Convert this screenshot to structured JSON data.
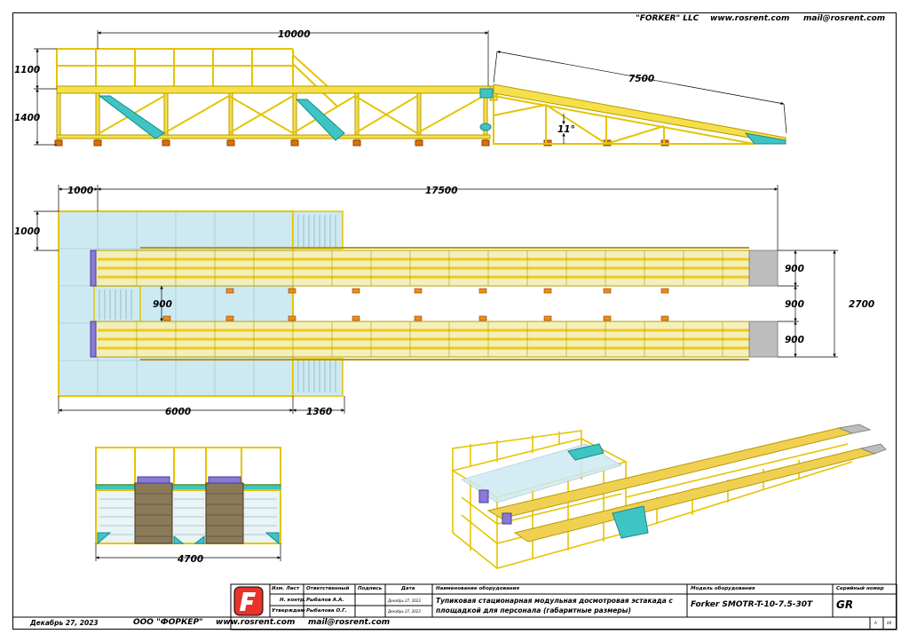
{
  "header": {
    "company": "\"FORKER\" LLC",
    "site": "www.rosrent.com",
    "email": "mail@rosrent.com"
  },
  "dimensions": {
    "side": {
      "total_length": "10000",
      "ramp_length": "7500",
      "railing_height": "1100",
      "deck_height": "1400",
      "ramp_angle": "11°"
    },
    "plan": {
      "left_offset": "1000",
      "overall_length": "17500",
      "top_offset": "1000",
      "track_width_1": "900",
      "track_gap": "900",
      "track_width_2": "900",
      "overall_width": "2700",
      "inner_gap": "900",
      "platform_length": "6000",
      "stair_length": "1360"
    },
    "front": {
      "overall_width": "4700"
    }
  },
  "title_block": {
    "col_izm": "Изм. Лист",
    "col_resp": "Ответственный",
    "col_sign": "Подпись",
    "col_date": "Дата",
    "col_name": "Наименование оборудования",
    "col_model": "Модель оборудования",
    "col_serial": "Серийный номер",
    "row1_role": "Н. контр.",
    "row1_person": "Рыбалов А.А.",
    "row1_date": "Декабрь 27, 2023",
    "row2_role": "Утверждаю",
    "row2_person": "Рыбалова О.Г.",
    "row2_date": "Декабрь 27, 2023",
    "equipment_name_1": "Тупиковая стационарная модульная досмотровая эстакада с",
    "equipment_name_2": "площадкой для персонала (габаритные размеры)",
    "model": "Forker SMOTR-T-10-7.5-30T",
    "serial": "GR",
    "format": "A",
    "sheet": "04"
  },
  "footer": {
    "date": "Декабрь 27, 2023",
    "company": "ООО \"ФОРКЕР\"",
    "site": "www.rosrent.com",
    "email": "mail@rosrent.com"
  },
  "colors": {
    "steel": "#f5e04a",
    "steel_edge": "#b89a00",
    "glass": "#cdeaf3",
    "accent": "#3fc4c4",
    "logo": "#e8322a"
  }
}
